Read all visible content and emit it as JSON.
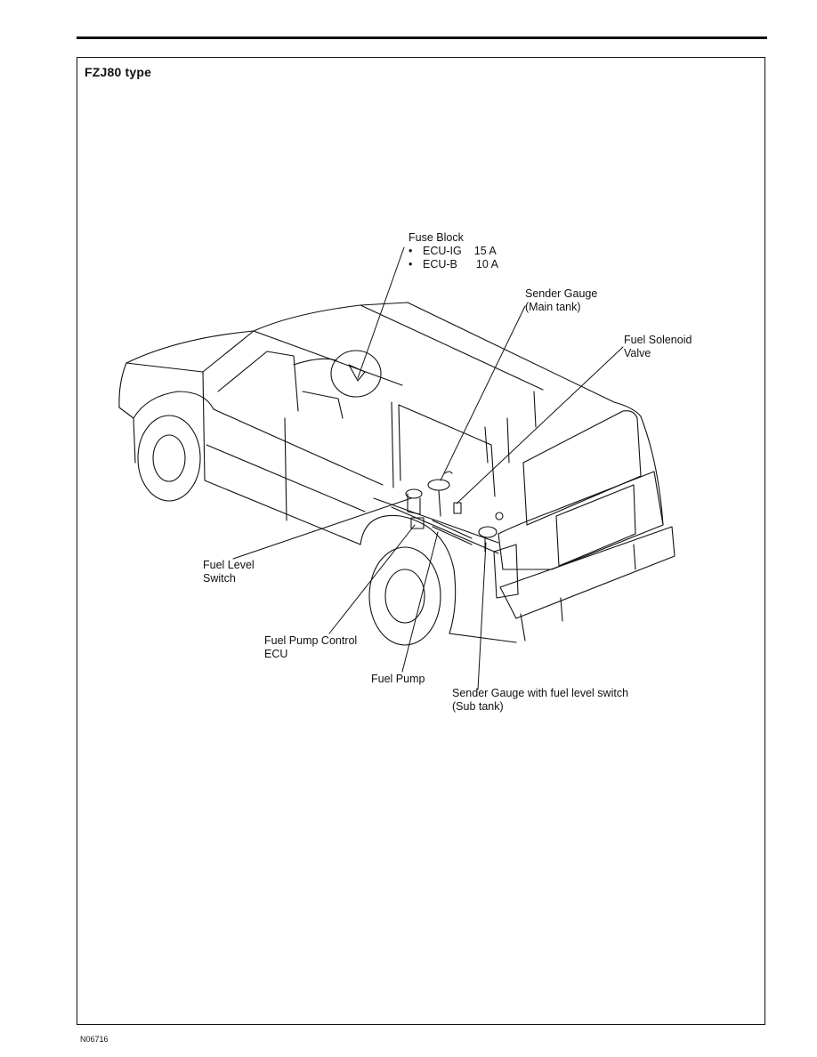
{
  "page": {
    "title": "FZJ80 type",
    "figure_code": "N06716"
  },
  "labels": {
    "fuse_block": {
      "title": "Fuse Block",
      "items": [
        {
          "bullet": "•",
          "name": "ECU-IG",
          "rating": "15 A"
        },
        {
          "bullet": "•",
          "name": "ECU-B",
          "rating": "10 A"
        }
      ]
    },
    "sender_gauge_main": {
      "line1": "Sender Gauge",
      "line2": "(Main tank)"
    },
    "fuel_solenoid_valve": {
      "line1": "Fuel Solenoid",
      "line2": "Valve"
    },
    "fuel_level_switch": {
      "line1": "Fuel Level",
      "line2": "Switch"
    },
    "fuel_pump_control_ecu": {
      "line1": "Fuel Pump Control",
      "line2": "ECU"
    },
    "fuel_pump": {
      "line1": "Fuel Pump"
    },
    "sender_gauge_sub": {
      "line1": "Sender Gauge with fuel level switch",
      "line2": "(Sub tank)"
    }
  },
  "style": {
    "ink": "#111111",
    "paper": "#ffffff"
  }
}
